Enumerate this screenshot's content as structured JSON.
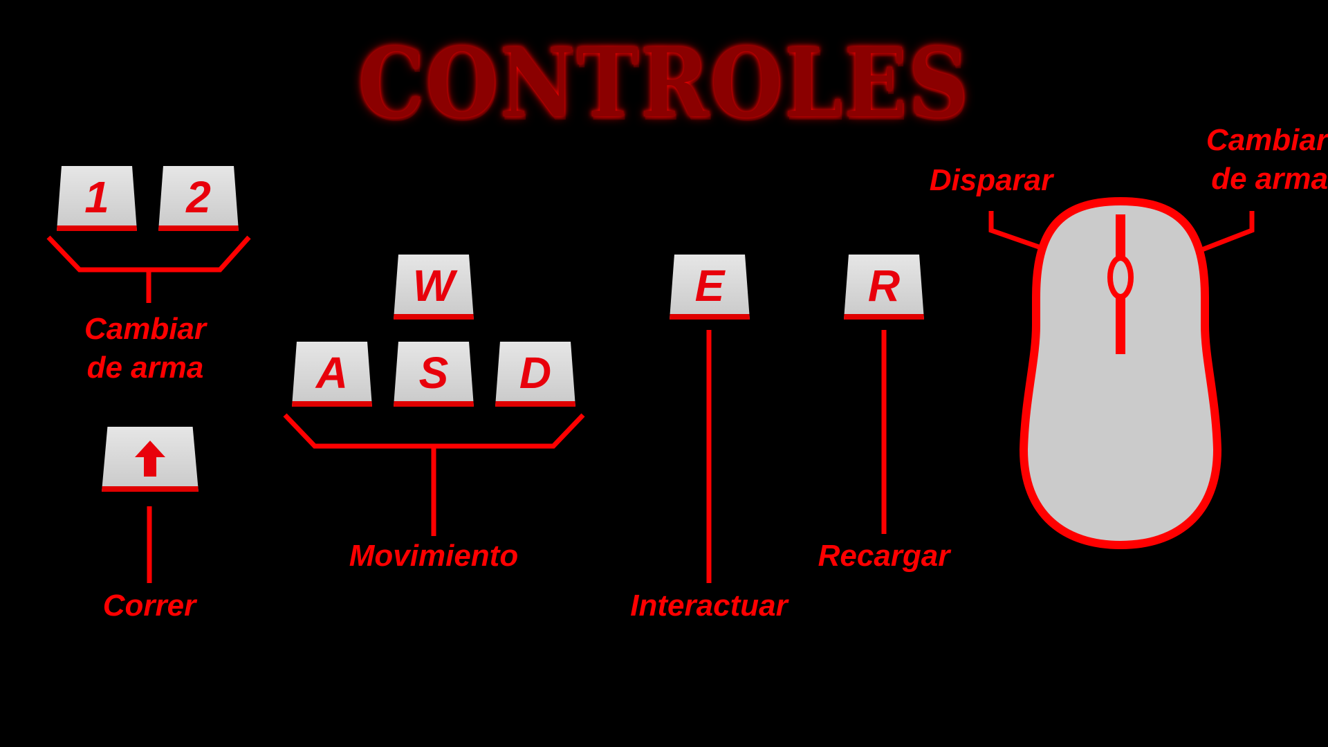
{
  "title": "CONTROLES",
  "keys": {
    "one": "1",
    "two": "2",
    "w": "W",
    "a": "A",
    "s": "S",
    "d": "D",
    "e": "E",
    "r": "R",
    "shift_icon": "arrow-up-icon"
  },
  "labels": {
    "switch_weapon_keys": "Cambiar\nde arma",
    "run": "Correr",
    "movement": "Movimiento",
    "interact": "Interactuar",
    "reload": "Recargar",
    "shoot": "Disparar",
    "switch_weapon_mouse": "Cambiar\nde arma"
  },
  "colors": {
    "accent": "#ff0000",
    "key_face": "#d0d0d0",
    "background": "#000000"
  }
}
